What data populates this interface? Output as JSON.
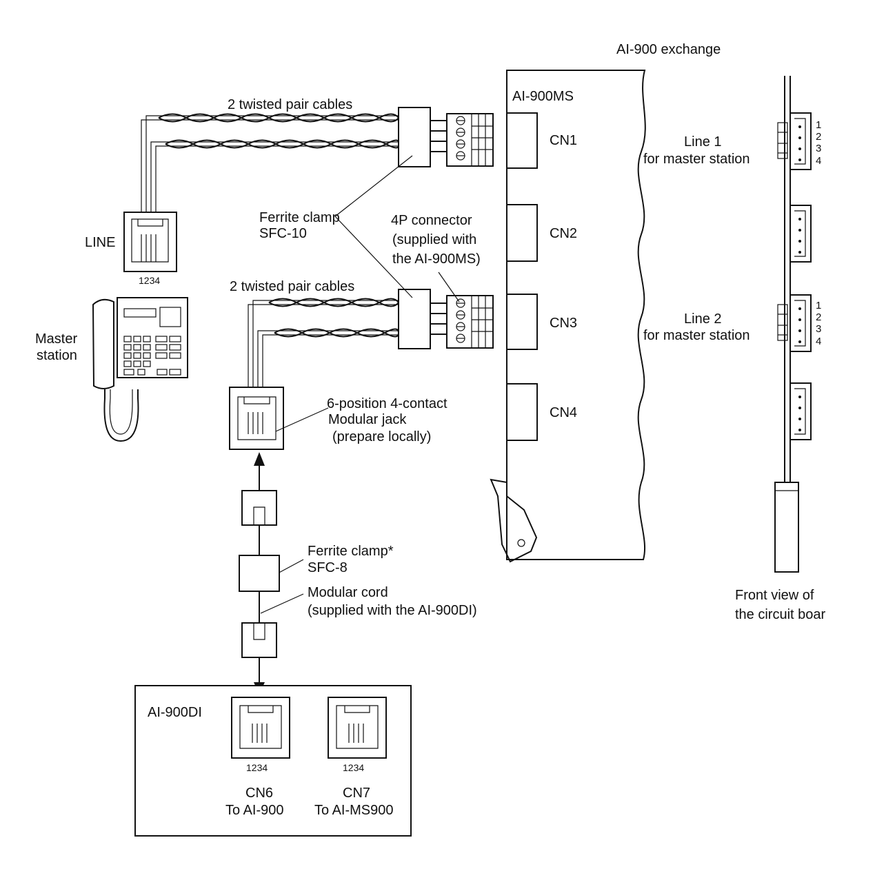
{
  "labels": {
    "exchange": "AI-900 exchange",
    "board": "AI-900MS",
    "twisted_top": "2 twisted pair cables",
    "twisted_mid": "2 twisted pair cables",
    "cn1": "CN1",
    "cn2": "CN2",
    "cn3": "CN3",
    "cn4": "CN4",
    "line1_a": "Line 1",
    "line1_b": "for master station",
    "line2_a": "Line 2",
    "line2_b": "for master station",
    "pin1": "1",
    "pin2": "2",
    "pin3": "3",
    "pin4": "4",
    "ferrite10_a": "Ferrite clamp",
    "ferrite10_b": "SFC-10",
    "connector_a": "4P connector",
    "connector_b": "(supplied with",
    "connector_c": "the AI-900MS)",
    "line_jack": "LINE",
    "line_pins": "1234",
    "master_a": "Master",
    "master_b": "station",
    "jack_a": "6-position 4-contact",
    "jack_b": "Modular jack",
    "jack_c": "(prepare locally)",
    "ferrite8_a": "Ferrite clamp*",
    "ferrite8_b": "SFC-8",
    "cord_a": "Modular cord",
    "cord_b": "(supplied with the AI-900DI)",
    "front_a": "Front view of",
    "front_b": "the circuit boar",
    "di_title": "AI-900DI",
    "cn6_pins": "1234",
    "cn7_pins": "1234",
    "cn6_a": "CN6",
    "cn6_b": "To AI-900",
    "cn7_a": "CN7",
    "cn7_b": "To AI-MS900"
  }
}
